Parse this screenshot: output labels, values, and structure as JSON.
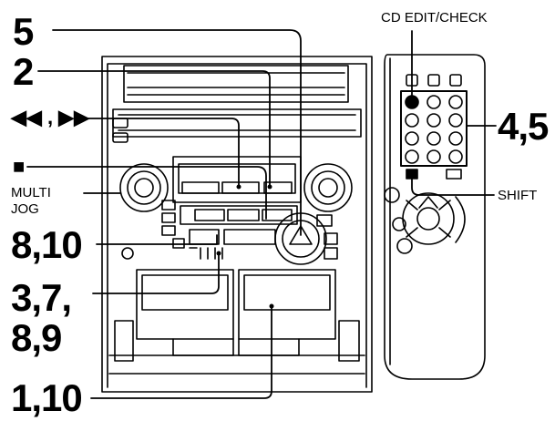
{
  "callouts": {
    "c5": "5",
    "c2": "2",
    "skip": "◀◀ , ▶▶",
    "stop": "■",
    "multi_jog_line1": "MULTI",
    "multi_jog_line2": "JOG",
    "c8_10": "8,10",
    "c3_7": "3,7,",
    "c8_9": "8,9",
    "c1_10": "1,10",
    "cd_edit_check": "CD EDIT/CHECK",
    "c4_5": "4,5",
    "shift": "SHIFT"
  }
}
